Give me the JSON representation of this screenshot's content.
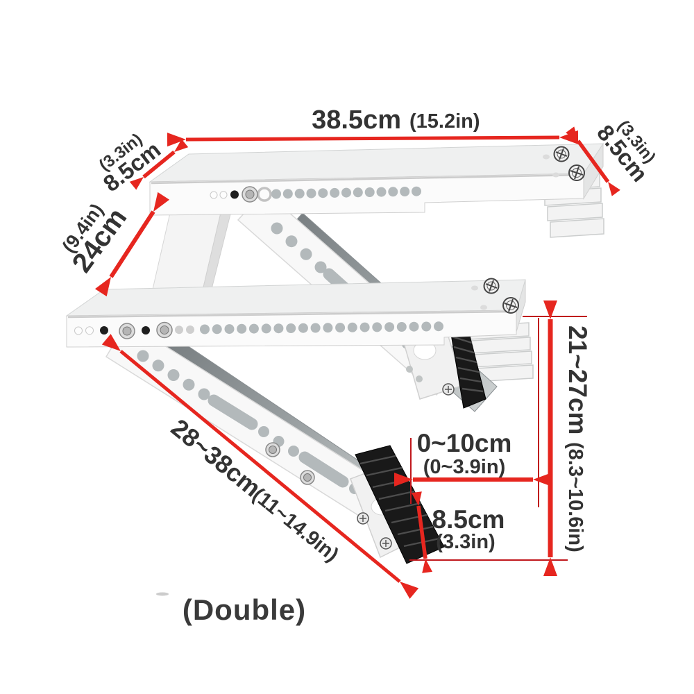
{
  "caption": "(Double)",
  "colors": {
    "arrow_red": "#e6261f",
    "extension_line_red": "#c0171c",
    "label_text": "#333333",
    "product_white": "#f8f8f8",
    "foot_black": "#191919"
  },
  "dimensions": {
    "top_width": {
      "value": "38.5cm",
      "inches": "(15.2in)"
    },
    "top_left_depth": {
      "value": "8.5cm",
      "inches": "(3.3in)"
    },
    "top_right_depth": {
      "value": "8.5cm",
      "inches": "(3.3in)"
    },
    "left_height": {
      "value": "24cm",
      "inches": "(9.4in)"
    },
    "right_height": {
      "value": "21~27cm",
      "inches": "(8.3~10.6in)"
    },
    "foot_slide": {
      "value": "0~10cm",
      "inches": "(0~3.9in)"
    },
    "foot_height": {
      "value": "8.5cm",
      "inches": "(3.3in)"
    },
    "arm_length": {
      "value": "28~38cm",
      "inches": "(11~14.9in)"
    }
  }
}
